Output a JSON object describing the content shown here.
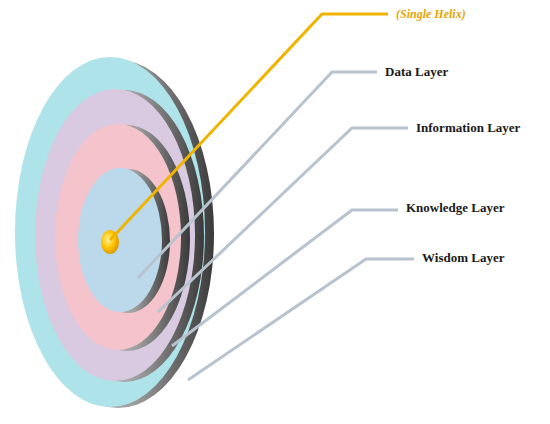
{
  "diagram": {
    "labels": [
      "(Single Helix)",
      "Data Layer",
      "Information Layer",
      "Knowledge Layer",
      "Wisdom Layer"
    ]
  }
}
